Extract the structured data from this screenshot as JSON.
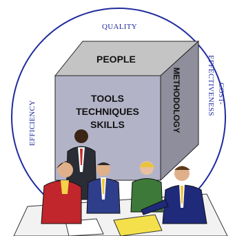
{
  "ring_labels": {
    "top": "QUALITY",
    "left": "EFFICIENCY",
    "right_line1": "COST-",
    "right_line2": "EFFECTIVENESS"
  },
  "cube": {
    "top_face": "PEOPLE",
    "front_face_lines": [
      "TOOLS",
      "TECHNIQUES",
      "SKILLS"
    ],
    "side_face": "METHODOLOGY"
  },
  "colors": {
    "ring": "#1f2a9e",
    "label": "#1f2a9e",
    "cube_top": "#c4c4c4",
    "cube_front": "#b3b3c8",
    "cube_side": "#8e8e9c"
  }
}
